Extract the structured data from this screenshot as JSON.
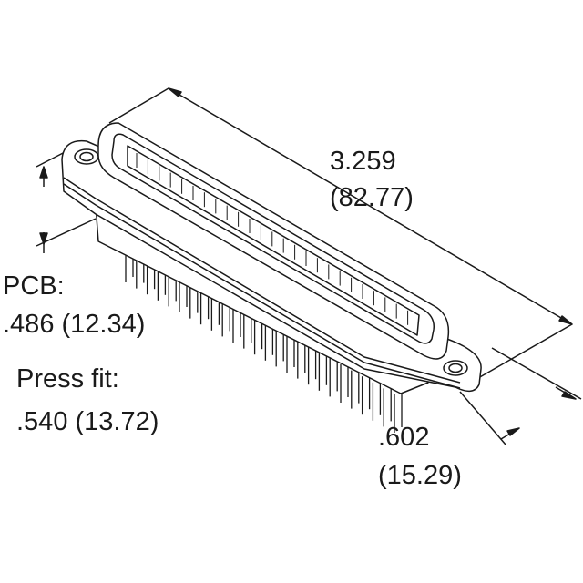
{
  "labels": {
    "length_in": "3.259",
    "length_mm": "(82.77)",
    "pcb_title": "PCB:",
    "pcb_value": ".486 (12.34)",
    "press_title": "Press fit:",
    "press_value": ".540 (13.72)",
    "depth_in": ".602",
    "depth_mm": "(15.29)"
  },
  "colors": {
    "line": "#1a1a1a",
    "background": "#ffffff"
  }
}
